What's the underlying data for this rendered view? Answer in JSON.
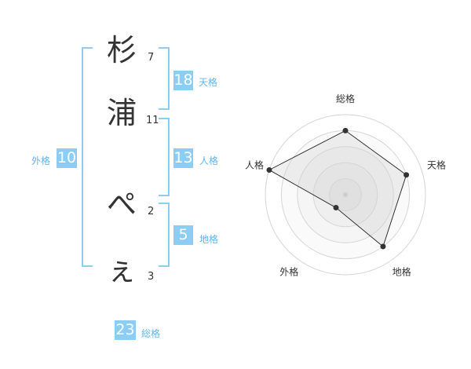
{
  "name_chars": [
    {
      "char": "杉",
      "strokes": "7"
    },
    {
      "char": "浦",
      "strokes": "11"
    },
    {
      "char": "ぺ",
      "strokes": "2"
    },
    {
      "char": "ぇ",
      "strokes": "3"
    }
  ],
  "fortunes": {
    "tenkaku": {
      "value": "18",
      "label": "天格"
    },
    "jinkaku": {
      "value": "13",
      "label": "人格"
    },
    "chikaku": {
      "value": "5",
      "label": "地格"
    },
    "gaikaku": {
      "value": "10",
      "label": "外格"
    },
    "soukaku": {
      "value": "23",
      "label": "総格"
    }
  },
  "colors": {
    "accent": "#8ccdf3",
    "label": "#5fb7ea",
    "text": "#333333"
  },
  "chart_data": {
    "type": "radar",
    "axes": [
      "総格",
      "天格",
      "地格",
      "外格",
      "人格"
    ],
    "values": [
      4,
      4,
      4,
      1,
      5
    ],
    "rmax": 5,
    "rings": 5
  }
}
